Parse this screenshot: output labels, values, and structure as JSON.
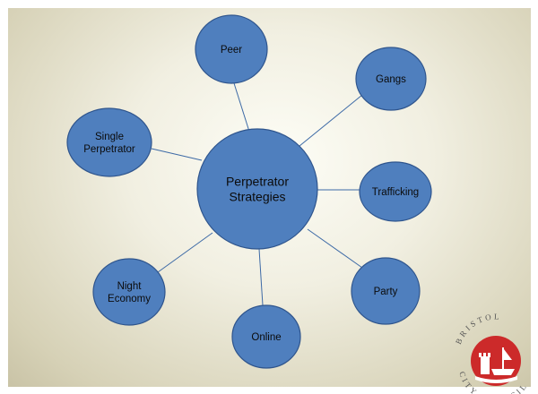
{
  "diagram": {
    "center": {
      "lines": [
        "Perpetrator",
        "Strategies"
      ]
    },
    "nodes": [
      {
        "id": "peer",
        "lines": [
          "Peer"
        ]
      },
      {
        "id": "gangs",
        "lines": [
          "Gangs"
        ]
      },
      {
        "id": "single-perpetrator",
        "lines": [
          "Single",
          "Perpetrator"
        ]
      },
      {
        "id": "trafficking",
        "lines": [
          "Trafficking"
        ]
      },
      {
        "id": "night-economy",
        "lines": [
          "Night",
          "Economy"
        ]
      },
      {
        "id": "party",
        "lines": [
          "Party"
        ]
      },
      {
        "id": "online",
        "lines": [
          "Online"
        ]
      }
    ]
  },
  "logo": {
    "name": "Bristol City Council",
    "top_text": "BRISTOL",
    "bottom_text": "CITY COUNCIL"
  },
  "colors": {
    "node_fill": "#4f7fbe",
    "node_stroke": "#2f558d",
    "connector": "#3d6aa6",
    "crest_red": "#cc2a2a"
  }
}
